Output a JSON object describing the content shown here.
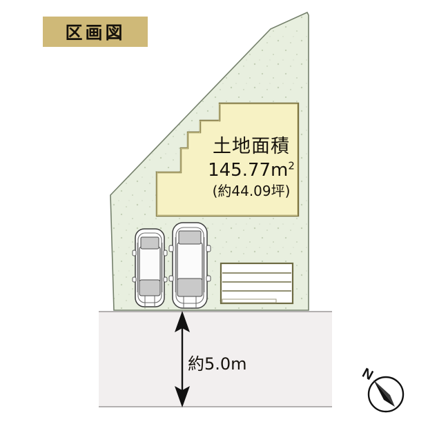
{
  "title": {
    "label": "区画図"
  },
  "plot": {
    "land_area_label": "土地面積",
    "land_area_value": "145.77",
    "land_area_unit": "m",
    "land_area_unit_sup": "2",
    "land_area_tsubo": "(約44.09坪)",
    "fill_color": "#e8efdf",
    "outline_color": "#6f7a66"
  },
  "building": {
    "fill_color": "#f7f2c4",
    "outline_color": "#7c7340"
  },
  "parking": {
    "car_left_name": "car-top-view-left",
    "car_right_name": "car-top-view-right",
    "count": "2"
  },
  "approach": {
    "name": "entrance-steps",
    "step_count": "4",
    "fill_color": "#ffffff"
  },
  "road": {
    "width_label": "約5.0m",
    "fill_color": "#f2efef",
    "edge_color": "#a9a5a5"
  },
  "compass": {
    "north_label": "N"
  }
}
